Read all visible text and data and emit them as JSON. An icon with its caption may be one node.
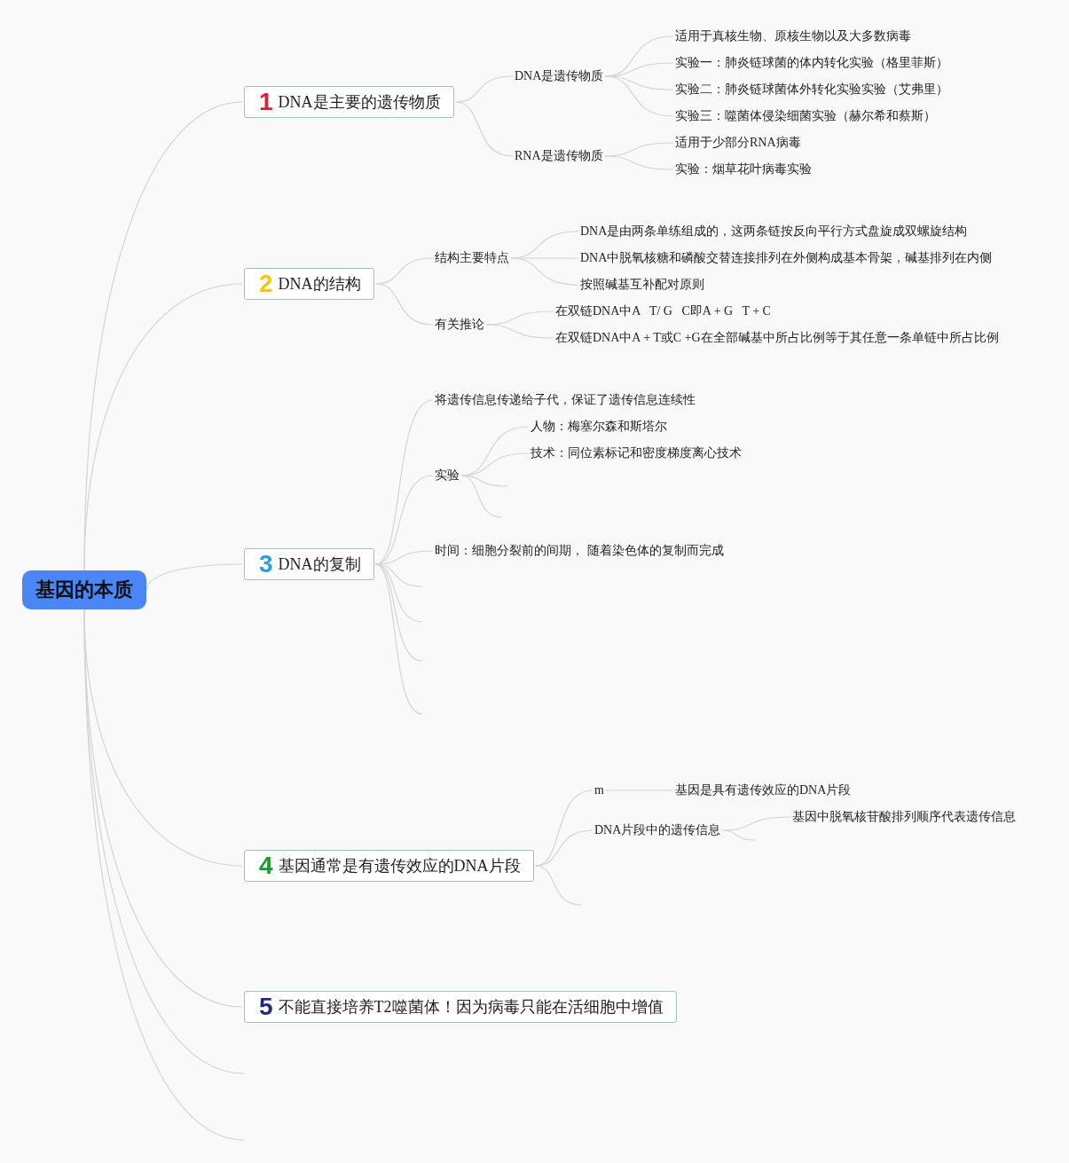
{
  "diagram": {
    "nodes": [
      {
        "text": [
          "基因的本质"
        ]
      },
      {
        "text": [
          "1",
          "DNA是主要的遗传物质"
        ]
      },
      {
        "text": [
          "DNA是遗传物质"
        ]
      },
      {
        "text": [
          "适用于真核生物、原核生物以及大多数病毒"
        ]
      },
      {
        "text": [
          "实验一：肺炎链球菌的体内转化实验（格里菲斯）"
        ]
      },
      {
        "text": [
          "实验二：肺炎链球菌体外转化实验实验（艾弗里）"
        ]
      },
      {
        "text": [
          "实验三：噬菌体侵染细菌实验（赫尔希和蔡斯）"
        ]
      },
      {
        "text": [
          "RNA是遗传物质"
        ]
      },
      {
        "text": [
          "适用于少部分RNA病毒"
        ]
      },
      {
        "text": [
          "实验：烟草花叶病毒实验"
        ]
      },
      {
        "text": [
          "2",
          "DNA的结构"
        ]
      },
      {
        "text": [
          "结构主要特点"
        ]
      },
      {
        "text": [
          "DNA是由两条单练组成的，这两条链按反向平行方式盘旋成双螺旋结构"
        ]
      },
      {
        "text": [
          "DNA中脱氧核糖和磷酸交替连接排列在外侧构成基本骨架，碱基排列在内侧"
        ]
      },
      {
        "text": [
          "按照碱基互补配对原则"
        ]
      },
      {
        "text": [
          "有关推论"
        ]
      },
      {
        "text": [
          "在双链DNA中A   T/ G   C即A + G   T + C"
        ]
      },
      {
        "text": [
          "在双链DNA中A + T或C +G在全部碱基中所占比例等于其任意一条单链中所占比例"
        ]
      },
      {
        "text": [
          "3",
          "DNA的复制"
        ]
      },
      {
        "text": [
          "将遗传信息传递给子代，保证了遗传信息连续性"
        ]
      },
      {
        "text": [
          "实验"
        ]
      },
      {
        "text": [
          "人物：梅塞尔森和斯塔尔"
        ]
      },
      {
        "text": [
          "技术：同位素标记和密度梯度离心技术"
        ]
      },
      {
        "text": [
          "时间：细胞分裂前的间期， 随着染色体的复制而完成"
        ]
      },
      {
        "text": [
          "4",
          "基因通常是有遗传效应的DNA片段"
        ]
      },
      {
        "text": [
          "m"
        ]
      },
      {
        "text": [
          "基因是具有遗传效应的DNA片段"
        ]
      },
      {
        "text": [
          "DNA片段中的遗传信息"
        ]
      },
      {
        "text": [
          "基因中脱氧核苷酸排列顺序代表遗传信息"
        ]
      },
      {
        "text": [
          "5",
          "不能直接培养T2噬菌体！因为病毒只能在活细胞中增值"
        ]
      }
    ],
    "edges": [
      {
        "from": 0,
        "to": 1,
        "arrow": "none"
      },
      {
        "from": 0,
        "to": 10,
        "arrow": "none"
      },
      {
        "from": 0,
        "to": 18,
        "arrow": "none"
      },
      {
        "from": 0,
        "to": 24,
        "arrow": "none"
      },
      {
        "from": 0,
        "to": 29,
        "arrow": "none"
      },
      {
        "from": 0,
        "to": null,
        "arrow": "none"
      },
      {
        "from": 0,
        "to": null,
        "arrow": "none"
      },
      {
        "from": 1,
        "to": 2,
        "arrow": "none"
      },
      {
        "from": 1,
        "to": 7,
        "arrow": "none"
      },
      {
        "from": 2,
        "to": 3,
        "arrow": "none"
      },
      {
        "from": 2,
        "to": 4,
        "arrow": "none"
      },
      {
        "from": 2,
        "to": 5,
        "arrow": "none"
      },
      {
        "from": 2,
        "to": 6,
        "arrow": "none"
      },
      {
        "from": 7,
        "to": 8,
        "arrow": "none"
      },
      {
        "from": 7,
        "to": 9,
        "arrow": "none"
      },
      {
        "from": 10,
        "to": 11,
        "arrow": "none"
      },
      {
        "from": 10,
        "to": 15,
        "arrow": "none"
      },
      {
        "from": 11,
        "to": 12,
        "arrow": "none"
      },
      {
        "from": 11,
        "to": 13,
        "arrow": "none"
      },
      {
        "from": 11,
        "to": 14,
        "arrow": "none"
      },
      {
        "from": 15,
        "to": 16,
        "arrow": "none"
      },
      {
        "from": 15,
        "to": 17,
        "arrow": "none"
      },
      {
        "from": 18,
        "to": 19,
        "arrow": "none"
      },
      {
        "from": 18,
        "to": 20,
        "arrow": "none"
      },
      {
        "from": 18,
        "to": 23,
        "arrow": "none"
      },
      {
        "from": 18,
        "to": null,
        "arrow": "none"
      },
      {
        "from": 18,
        "to": null,
        "arrow": "none"
      },
      {
        "from": 18,
        "to": null,
        "arrow": "none"
      },
      {
        "from": 18,
        "to": null,
        "arrow": "none"
      },
      {
        "from": 20,
        "to": 21,
        "arrow": "none"
      },
      {
        "from": 20,
        "to": 22,
        "arrow": "none"
      },
      {
        "from": 20,
        "to": null,
        "arrow": "none"
      },
      {
        "from": 20,
        "to": null,
        "arrow": "none"
      },
      {
        "from": 24,
        "to": 25,
        "arrow": "none"
      },
      {
        "from": 24,
        "to": 27,
        "arrow": "none"
      },
      {
        "from": 24,
        "to": null,
        "arrow": "none"
      },
      {
        "from": 25,
        "to": 26,
        "arrow": "none"
      },
      {
        "from": 27,
        "to": 28,
        "arrow": "none"
      },
      {
        "from": 27,
        "to": null,
        "arrow": "none"
      }
    ]
  }
}
